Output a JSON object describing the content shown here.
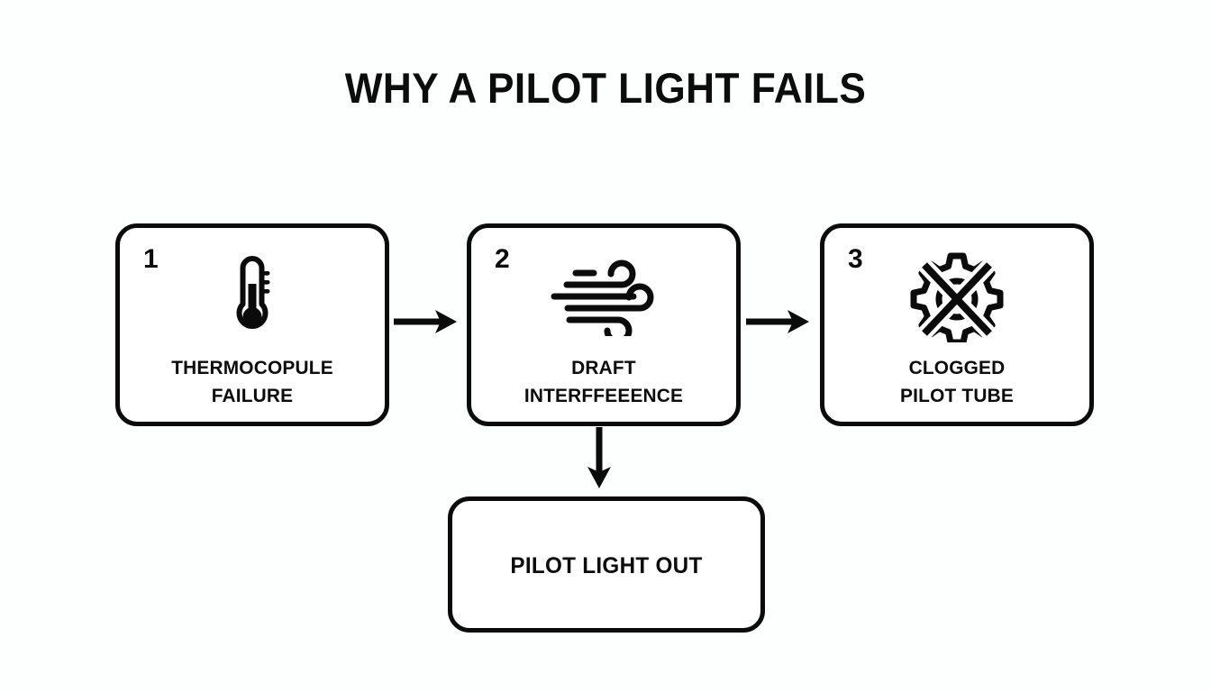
{
  "diagram": {
    "title": "WHY A PILOT LIGHT FAILS",
    "background_color": "#fdfefe",
    "stroke_color": "#0b0b0b",
    "box_fill_color": "#ffffff",
    "steps": [
      {
        "number": "1",
        "icon": "thermometer-icon",
        "label": "THERMOCOPULE\nFAILURE"
      },
      {
        "number": "2",
        "icon": "wind-icon",
        "label": "DRAFT\nINTERFFEEENCE"
      },
      {
        "number": "3",
        "icon": "crossed-out-gear-icon",
        "label": "CLOGGED\nPILOT TUBE"
      }
    ],
    "outcome": {
      "label": "PILOT LIGHT OUT"
    },
    "connectors": [
      {
        "name": "arrow-step1-to-step2",
        "icon": "arrow-right-icon"
      },
      {
        "name": "arrow-step2-to-step3",
        "icon": "arrow-right-icon"
      },
      {
        "name": "arrow-step2-to-outcome",
        "icon": "arrow-down-icon"
      }
    ]
  }
}
